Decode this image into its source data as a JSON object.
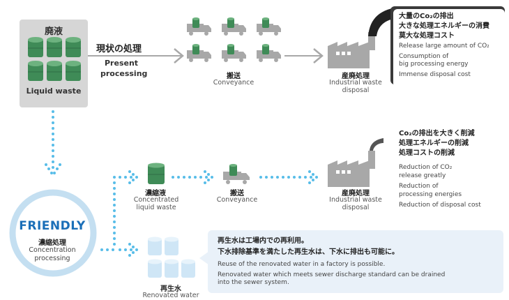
{
  "liquid_waste": {
    "title_jp": "廃液",
    "title_en": "Liquid waste"
  },
  "present": {
    "label_jp": "現状の処理",
    "label_en_1": "Present",
    "label_en_2": "processing",
    "conveyance_jp": "搬送",
    "conveyance_en": "Conveyance",
    "disposal_jp": "産廃処理",
    "disposal_en_1": "Industrial waste",
    "disposal_en_2": "disposal",
    "issues_jp": [
      "大量のCo₂の排出",
      "大きな処理エネルギーの消費",
      "莫大な処理コスト"
    ],
    "issues_en": [
      "Release large amount of CO₂",
      "Consumption of",
      "big processing energy",
      "Immense disposal cost"
    ]
  },
  "friendly": {
    "word": "FRIENDLY",
    "label_jp": "濃縮処理",
    "label_en_1": "Concentration",
    "label_en_2": "processing"
  },
  "concentrated": {
    "label_jp": "濃縮液",
    "label_en_1": "Concentrated",
    "label_en_2": "liquid waste",
    "conveyance_jp": "搬送",
    "conveyance_en": "Conveyance",
    "disposal_jp": "産廃処理",
    "disposal_en_1": "Industrial waste",
    "disposal_en_2": "disposal",
    "benefits_jp": [
      "Co₂の排出を大きく削減",
      "処理エネルギーの削減",
      "処理コストの削減"
    ],
    "benefits_en": [
      "Reduction of CO₂",
      "release greatly",
      "Reduction of",
      "processing energies",
      "Reduction of disposal cost"
    ]
  },
  "renovated": {
    "label_jp": "再生水",
    "label_en": "Renovated water",
    "note_jp": [
      "再生水は工場内での再利用。",
      "下水排除基準を満たした再生水は、下水に排出も可能に。"
    ],
    "note_en": [
      "Reuse of the renovated water in a factory is possible.",
      "Renovated water which meets sewer discharge standard can be drained",
      "into the sewer system."
    ]
  },
  "colors": {
    "drum_green": "#3f8b57",
    "drum_green_top": "#6db27f",
    "gray": "#a8a8a8",
    "blue_dots": "#58bde8",
    "circle_blue": "#c4dff1",
    "friendly_blue": "#1b6fb8"
  }
}
